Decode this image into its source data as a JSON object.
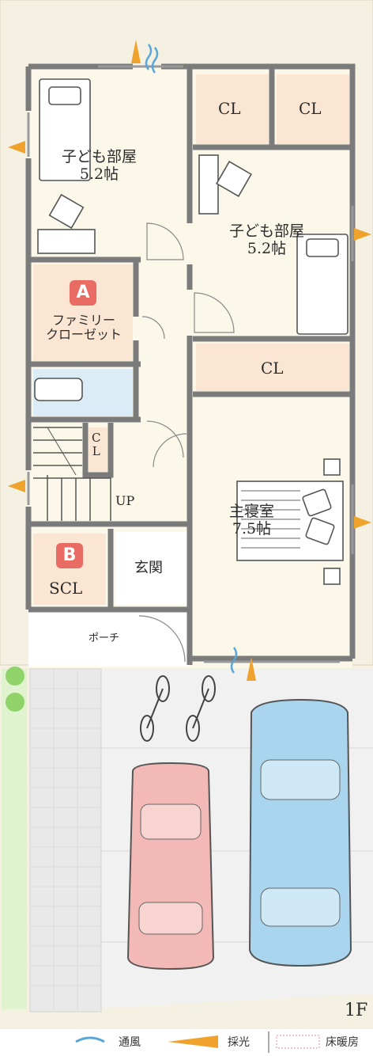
{
  "floor_label": "1F",
  "rooms": {
    "kids_room_1": {
      "name": "子ども部屋",
      "size": "5.2帖"
    },
    "kids_room_2": {
      "name": "子ども部屋",
      "size": "5.2帖"
    },
    "cl_top_left": "CL",
    "cl_top_right": "CL",
    "cl_middle": "CL",
    "cl_small_line1": "C",
    "cl_small_line2": "L",
    "family_closet": {
      "badge": "A",
      "line1": "ファミリー",
      "line2": "クローゼット"
    },
    "scl": {
      "badge": "B",
      "name": "SCL"
    },
    "entrance": "玄関",
    "porch": "ポーチ",
    "stairs_up": "UP",
    "master_bedroom": {
      "name": "主寝室",
      "size": "7.5帖"
    }
  },
  "legend": {
    "ventilation": "通風",
    "daylight": "採光",
    "floor_heating": "床暖房"
  },
  "colors": {
    "wall": "#7b7b7b",
    "room_floor": "#fbf8ea",
    "closet_floor": "#fbe6d3",
    "bath_floor": "#dcecf6",
    "lot": "#f4f1e2",
    "parking": "#f1f1f1",
    "badge": "#e96c64",
    "light_arrow": "#f0a32c",
    "wind": "#5aa6d6",
    "car_pink": "#f3b9b6",
    "car_blue": "#a9d5ee",
    "hedge": "#8fd36a"
  }
}
